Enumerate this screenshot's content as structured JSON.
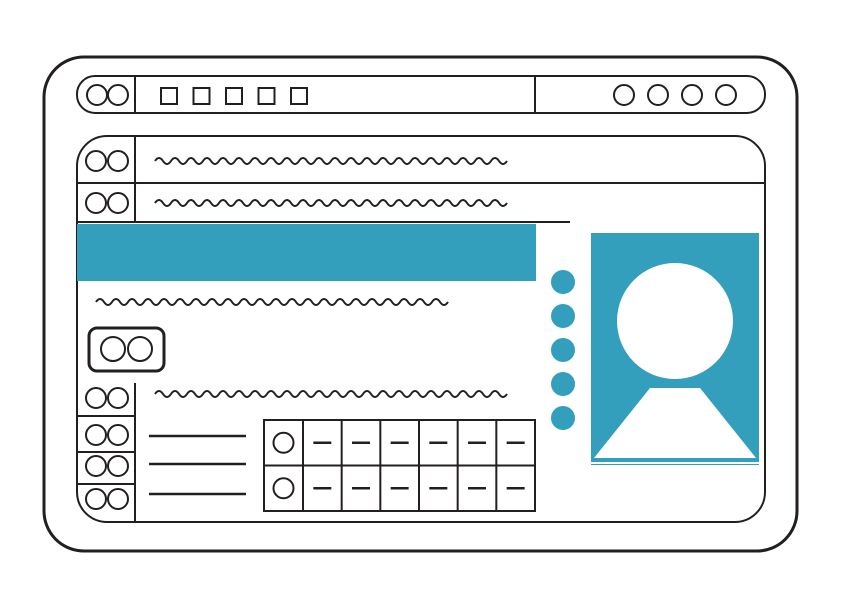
{
  "colors": {
    "stroke": "#231f20",
    "accent": "#339fbd",
    "background": "#ffffff"
  },
  "header": {
    "left_circle_count": 2,
    "square_count": 5,
    "right_circle_count": 4
  },
  "card": {
    "labeled_rows": 2,
    "bottom_rows": 4,
    "side_dots": 5,
    "grid_rows": 2,
    "grid_columns": 6,
    "grid_cell_glyph": "—"
  },
  "photo": {
    "icon": "person-silhouette-icon"
  },
  "badge": {
    "icon": "double-circle-icon"
  }
}
